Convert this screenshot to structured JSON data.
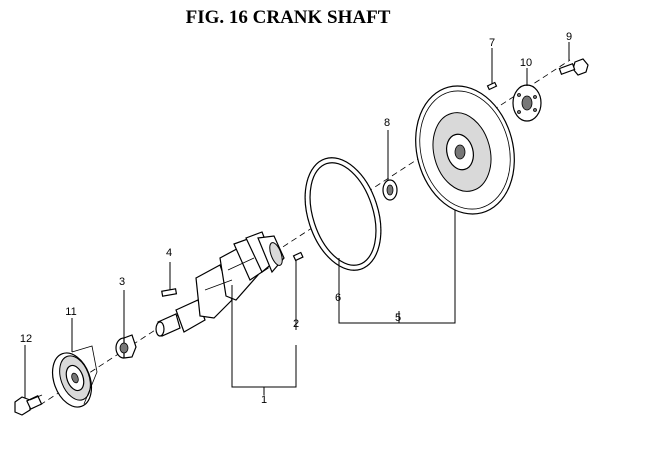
{
  "title": "FIG. 16  CRANK SHAFT",
  "callouts": [
    "1",
    "2",
    "3",
    "4",
    "5",
    "6",
    "7",
    "8",
    "9",
    "10",
    "11",
    "12"
  ]
}
